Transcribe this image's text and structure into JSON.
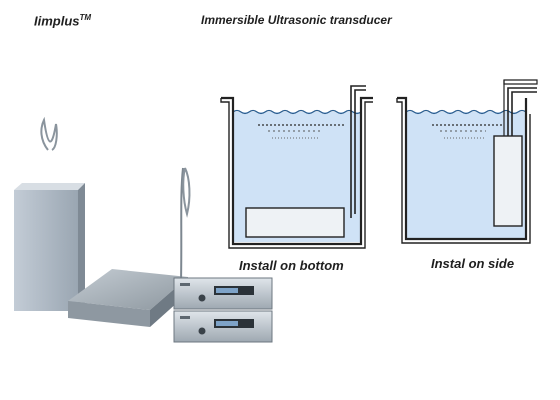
{
  "header": {
    "brand": "Iimplus",
    "brand_mark": "TM",
    "title": "Immersible Ultrasonic transducer"
  },
  "diagrams": {
    "bottom": {
      "caption": "Install on bottom"
    },
    "side": {
      "caption": "Instal on side"
    }
  },
  "colors": {
    "water": "#cfe2f6",
    "tank_wall": "#222222",
    "transducer": "#eef2f5",
    "steel": "#a9b3bd"
  }
}
